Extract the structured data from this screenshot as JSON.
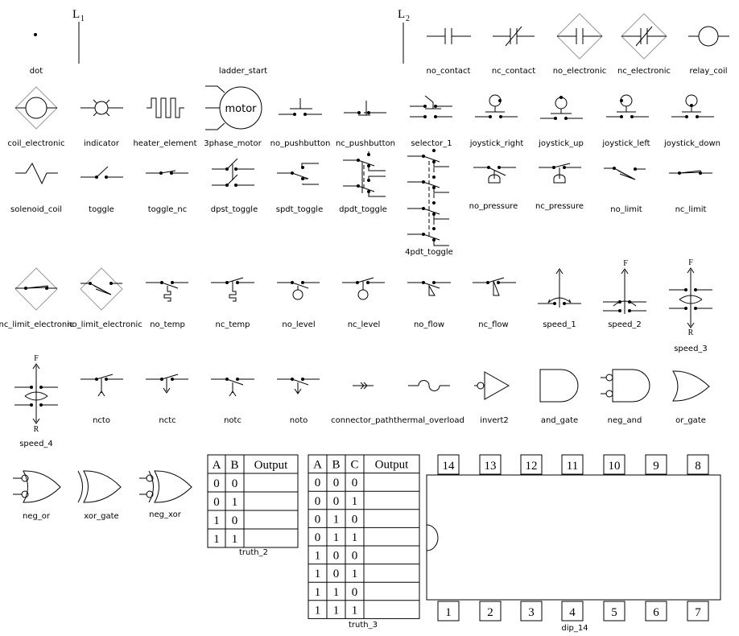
{
  "rails": {
    "l1": "L",
    "l1_sub": "1",
    "l2": "L",
    "l2_sub": "2"
  },
  "labels": {
    "dot": "dot",
    "ladder_start": "ladder_start",
    "no_contact": "no_contact",
    "nc_contact": "nc_contact",
    "no_electronic": "no_electronic",
    "nc_electronic": "nc_electronic",
    "relay_coil": "relay_coil",
    "coil_electronic": "coil_electronic",
    "indicator": "indicator",
    "heater_element": "heater_element",
    "three_phase_motor": "3phase_motor",
    "no_pushbutton": "no_pushbutton",
    "nc_pushbutton": "nc_pushbutton",
    "selector_1": "selector_1",
    "joystick_right": "joystick_right",
    "joystick_up": "joystick_up",
    "joystick_left": "joystick_left",
    "joystick_down": "joystick_down",
    "solenoid_coil": "solenoid_coil",
    "toggle": "toggle",
    "toggle_nc": "toggle_nc",
    "dpst_toggle": "dpst_toggle",
    "spdt_toggle": "spdt_toggle",
    "dpdt_toggle": "dpdt_toggle",
    "fourpdt_toggle": "4pdt_toggle",
    "no_pressure": "no_pressure",
    "nc_pressure": "nc_pressure",
    "no_limit": "no_limit",
    "nc_limit": "nc_limit",
    "nc_limit_electronic": "nc_limit_electronic",
    "no_limit_electronic": "no_limit_electronic",
    "no_temp": "no_temp",
    "nc_temp": "nc_temp",
    "no_level": "no_level",
    "nc_level": "nc_level",
    "no_flow": "no_flow",
    "nc_flow": "nc_flow",
    "speed_1": "speed_1",
    "speed_2": "speed_2",
    "speed_3": "speed_3",
    "speed_4": "speed_4",
    "ncto": "ncto",
    "nctc": "nctc",
    "notc": "notc",
    "noto": "noto",
    "connector_path": "connector_path",
    "thermal_overload": "thermal_overload",
    "invert2": "invert2",
    "and_gate": "and_gate",
    "neg_and": "neg_and",
    "or_gate": "or_gate",
    "neg_or": "neg_or",
    "xor_gate": "xor_gate",
    "neg_xor": "neg_xor",
    "truth_2": "truth_2",
    "truth_3": "truth_3",
    "dip_14": "dip_14"
  },
  "motor_text": "motor",
  "speed_marks": {
    "forward": "F",
    "reverse": "R"
  },
  "truth_2": {
    "headers": [
      "A",
      "B",
      "Output"
    ],
    "rows": [
      [
        "0",
        "0",
        ""
      ],
      [
        "0",
        "1",
        ""
      ],
      [
        "1",
        "0",
        ""
      ],
      [
        "1",
        "1",
        ""
      ]
    ]
  },
  "truth_3": {
    "headers": [
      "A",
      "B",
      "C",
      "Output"
    ],
    "rows": [
      [
        "0",
        "0",
        "0",
        ""
      ],
      [
        "0",
        "0",
        "1",
        ""
      ],
      [
        "0",
        "1",
        "0",
        ""
      ],
      [
        "0",
        "1",
        "1",
        ""
      ],
      [
        "1",
        "0",
        "0",
        ""
      ],
      [
        "1",
        "0",
        "1",
        ""
      ],
      [
        "1",
        "1",
        "0",
        ""
      ],
      [
        "1",
        "1",
        "1",
        ""
      ]
    ]
  },
  "dip_14": {
    "top_pins": [
      "14",
      "13",
      "12",
      "11",
      "10",
      "9",
      "8"
    ],
    "bottom_pins": [
      "1",
      "2",
      "3",
      "4",
      "5",
      "6",
      "7"
    ]
  }
}
